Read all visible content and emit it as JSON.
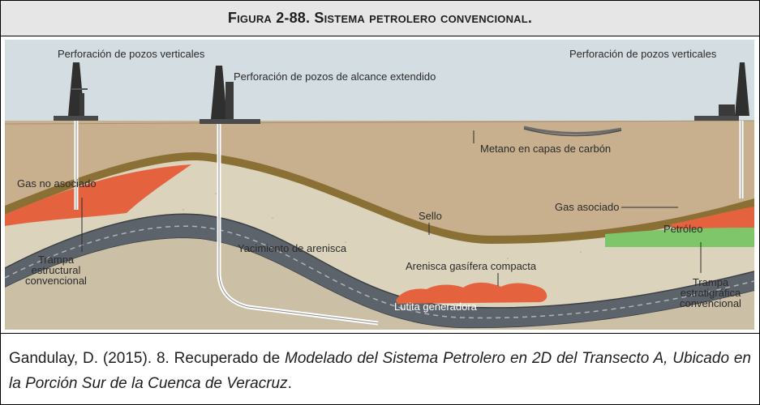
{
  "figure_title": "Figura 2-88. Sistema petrolero convencional.",
  "labels": {
    "vertical_wells_left": "Perforación de pozos verticales",
    "extended_wells": "Perforación de pozos de alcance extendido",
    "vertical_wells_right": "Perforación de pozos verticales",
    "coal_methane": "Metano en capas de carbón",
    "gas_non_associated": "Gas no asociado",
    "associated_gas": "Gas asociado",
    "oil": "Petróleo",
    "seal": "Sello",
    "sandstone_reservoir": "Yacimiento de arenisca",
    "tight_gas_sandstone": "Arenisca gasífera compacta",
    "source_shale": "Lutita generadora",
    "structural_trap_line1": "Trampa",
    "structural_trap_line2": "estructural",
    "structural_trap_line3": "convencional",
    "strat_trap_line1": "Trampa",
    "strat_trap_line2": "estratigráfica",
    "strat_trap_line3": "convencional"
  },
  "caption": {
    "plain": "Gandulay, D. (2015). 8. Recuperado de ",
    "italic": "Modelado del Sistema Petrolero en 2D del Transecto A, Ubicado en la Porción Sur de la Cuenca de Veracruz",
    "end": "."
  },
  "colors": {
    "sky": "#d3dde2",
    "ground": "#c8b08f",
    "seal": "#8a7035",
    "reservoir_sand": "#dcd3bd",
    "shale": "#5d636b",
    "gas_red": "#e5623f",
    "oil_green": "#7fc66a"
  }
}
